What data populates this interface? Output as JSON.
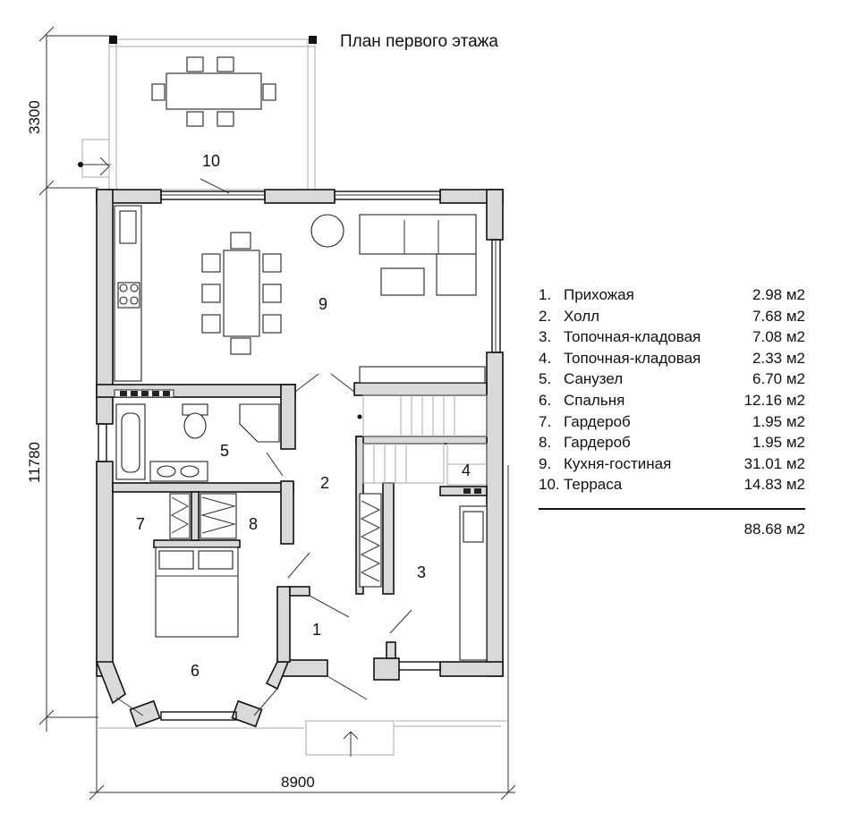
{
  "title": "План первого этажа",
  "dimensions": {
    "terrace_depth": "3300",
    "house_depth": "11780",
    "house_width": "8900"
  },
  "room_labels": [
    "1",
    "2",
    "3",
    "4",
    "5",
    "6",
    "7",
    "8",
    "9",
    "10"
  ],
  "rooms": [
    {
      "num": "1.",
      "name": "Прихожая",
      "area": "2.98 м2"
    },
    {
      "num": "2.",
      "name": "Холл",
      "area": "7.68 м2"
    },
    {
      "num": "3.",
      "name": "Топочная-кладовая",
      "area": "7.08 м2"
    },
    {
      "num": "4.",
      "name": "Топочная-кладовая",
      "area": "2.33 м2"
    },
    {
      "num": "5.",
      "name": "Санузел",
      "area": "6.70 м2"
    },
    {
      "num": "6.",
      "name": "Спальня",
      "area": "12.16 м2"
    },
    {
      "num": "7.",
      "name": "Гардероб",
      "area": "1.95 м2"
    },
    {
      "num": "8.",
      "name": "Гардероб",
      "area": "1.95 м2"
    },
    {
      "num": "9.",
      "name": "Кухня-гостиная",
      "area": "31.01 м2"
    },
    {
      "num": "10.",
      "name": "Терраса",
      "area": "14.83 м2"
    }
  ],
  "total_area": "88.68 м2"
}
